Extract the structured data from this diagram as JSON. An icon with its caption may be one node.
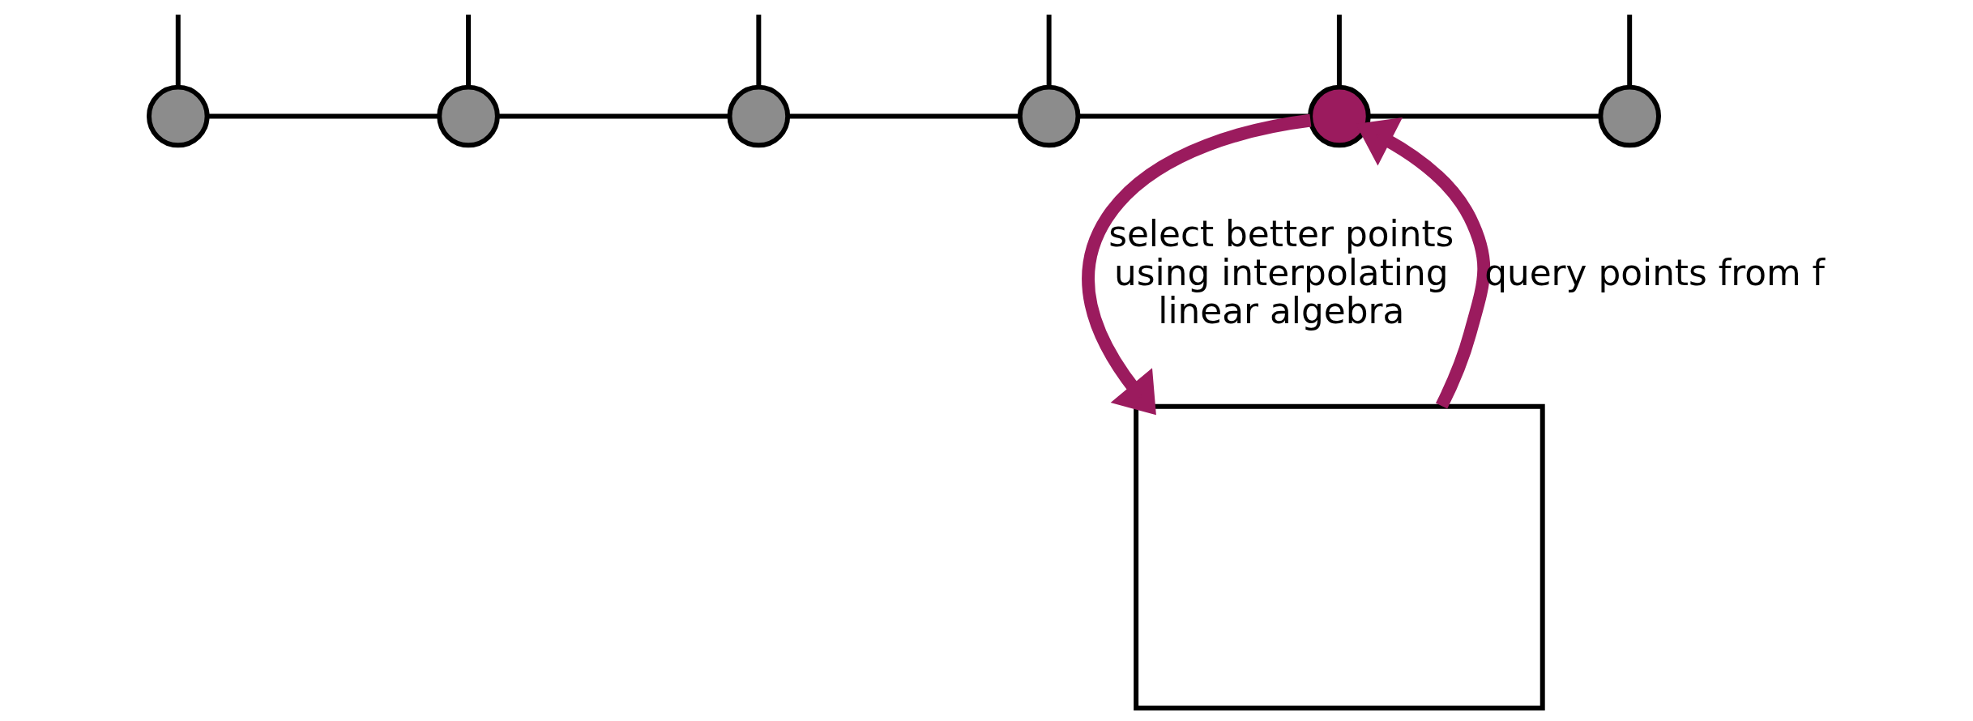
{
  "diagram": {
    "nodes": [
      {
        "text": [],
        "shape": "circle"
      },
      {
        "text": [],
        "shape": "circle"
      },
      {
        "text": [],
        "shape": "circle"
      },
      {
        "text": [],
        "shape": "circle"
      },
      {
        "text": [],
        "shape": "circle"
      },
      {
        "text": [],
        "shape": "circle"
      },
      {
        "text": [],
        "shape": "box"
      }
    ],
    "edges": [
      {
        "from": 0,
        "to": 1,
        "arrow": "none"
      },
      {
        "from": 1,
        "to": 2,
        "arrow": "none"
      },
      {
        "from": 2,
        "to": 3,
        "arrow": "none"
      },
      {
        "from": 3,
        "to": 4,
        "arrow": "none"
      },
      {
        "from": 4,
        "to": 5,
        "arrow": "none"
      },
      {
        "from": null,
        "to": 0,
        "arrow": "none"
      },
      {
        "from": null,
        "to": 1,
        "arrow": "none"
      },
      {
        "from": null,
        "to": 2,
        "arrow": "none"
      },
      {
        "from": null,
        "to": 3,
        "arrow": "none"
      },
      {
        "from": null,
        "to": 4,
        "arrow": "none"
      },
      {
        "from": null,
        "to": 5,
        "arrow": "none"
      },
      {
        "from": 6,
        "to": 4,
        "arrow": "to",
        "label": "query points from f",
        "style": "thick",
        "color": "#9b1b5e"
      },
      {
        "from": 4,
        "to": 6,
        "arrow": "to",
        "label": "select better points using interpolating linear algebra",
        "style": "thick",
        "color": "#9b1b5e"
      }
    ]
  }
}
